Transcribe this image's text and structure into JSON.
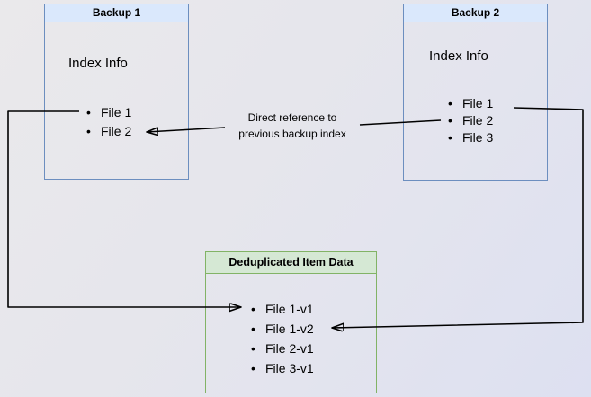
{
  "backup1": {
    "title": "Backup 1",
    "section": "Index Info",
    "files": [
      "File 1",
      "File 2"
    ]
  },
  "backup2": {
    "title": "Backup 2",
    "section": "Index Info",
    "files": [
      "File 1",
      "File 2",
      "File 3"
    ]
  },
  "dedup": {
    "title": "Deduplicated Item Data",
    "items": [
      "File 1-v1",
      "File 1-v2",
      "File 2-v1",
      "File 3-v1"
    ]
  },
  "edge_label": {
    "line1": "Direct reference to",
    "line2": "previous backup index"
  },
  "colors": {
    "blue_fill": "#dae8fc",
    "blue_stroke": "#6c8ebf",
    "green_fill": "#d5e8d4",
    "green_stroke": "#82b366",
    "arrow_color": "#000000"
  }
}
